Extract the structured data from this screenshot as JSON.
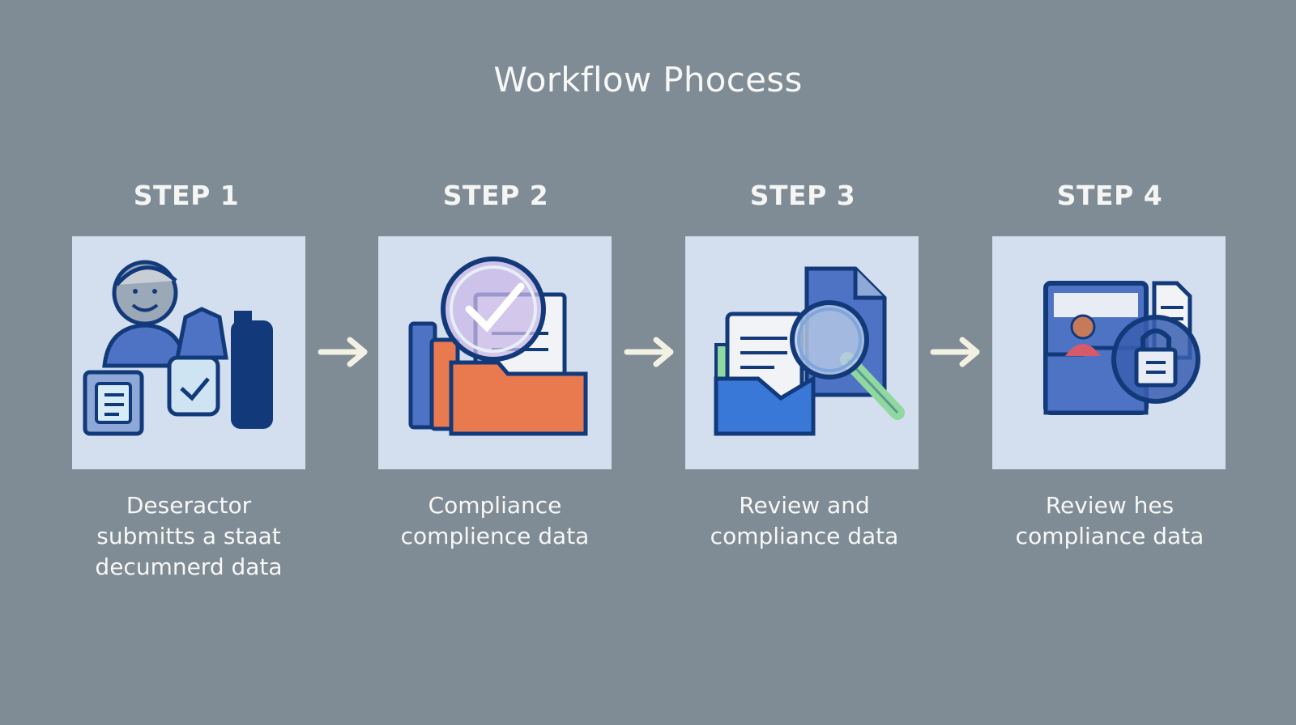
{
  "title": "Workflow Phocess",
  "steps": [
    {
      "label": "STEP 1",
      "icon": "user-documents-icon",
      "description": [
        "Deseractor",
        "submitts a staat",
        "decumnerd data"
      ]
    },
    {
      "label": "STEP 2",
      "icon": "folder-check-icon",
      "description": [
        "Compliance",
        "complience data"
      ]
    },
    {
      "label": "STEP 3",
      "icon": "document-magnifier-icon",
      "description": [
        "Review and",
        "compliance data"
      ]
    },
    {
      "label": "STEP 4",
      "icon": "secure-profile-icon",
      "description": [
        "Review hes",
        "compliance data"
      ]
    }
  ],
  "colors": {
    "background": "#7f8b95",
    "card": "#d3deee",
    "navy": "#123a7a",
    "blue": "#4f73c4",
    "orange": "#e9794f",
    "green": "#8fd8a0",
    "arrow": "#f3f1e4"
  }
}
